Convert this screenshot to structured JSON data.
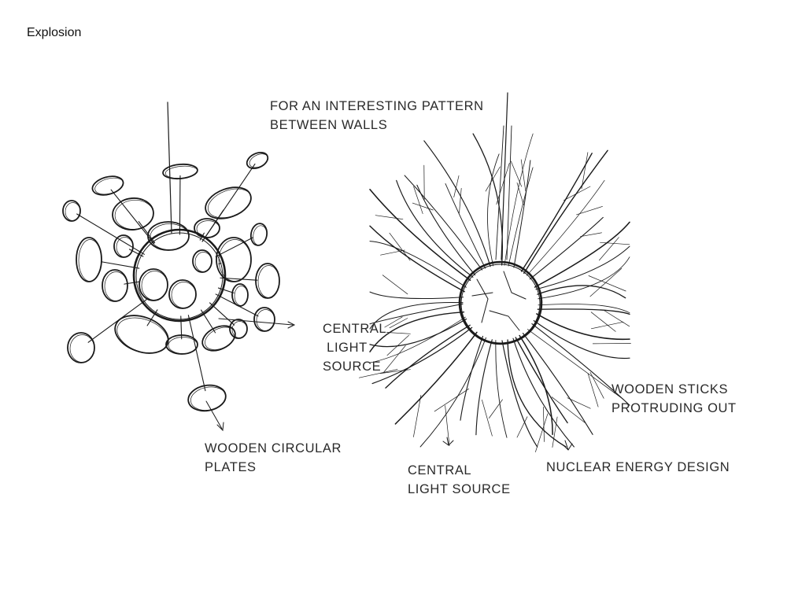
{
  "page": {
    "title": "Explosion"
  },
  "annotations": {
    "pattern_note": "FOR AN INTERESTING PATTERN\nBETWEEN WALLS",
    "central_light_left": "CENTRAL\n LIGHT\nSOURCE",
    "wooden_plates": "WOODEN CIRCULAR\nPLATES",
    "central_light_bottom": "CENTRAL\nLIGHT SOURCE",
    "wooden_sticks": "WOODEN STICKS\nPROTRUDING OUT",
    "nuclear_design": "NUCLEAR ENERGY DESIGN"
  },
  "ink_color": "#1a1a1a"
}
